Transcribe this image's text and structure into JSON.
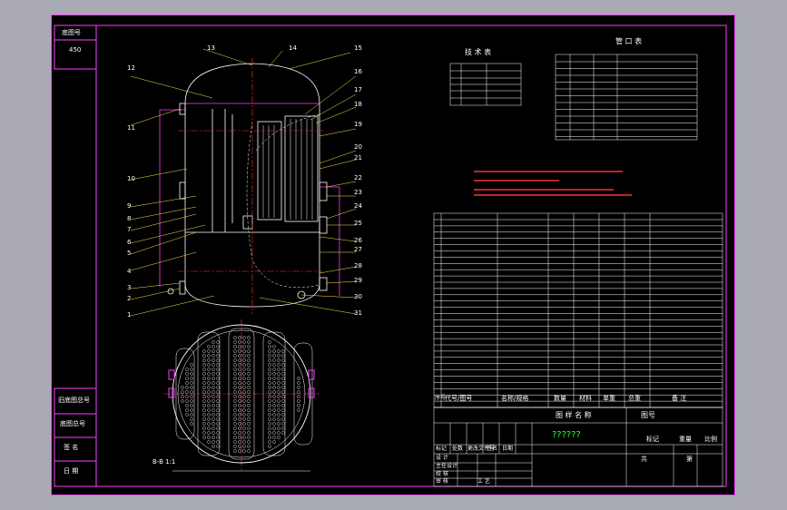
{
  "left_strip": {
    "top_labels": [
      "底图号",
      "450"
    ],
    "bottom_labels": [
      "旧底图总号",
      "底图总号",
      "签  名",
      "日  期"
    ]
  },
  "vessel_callouts": [
    "13",
    "14",
    "15",
    "16",
    "17",
    "18",
    "19",
    "20",
    "21",
    "22",
    "23",
    "24",
    "25",
    "26",
    "27",
    "28",
    "29",
    "30",
    "31",
    "12",
    "11",
    "10",
    "9",
    "8",
    "7",
    "6",
    "5",
    "4",
    "3",
    "2",
    "1"
  ],
  "section_label": "B-B 1:1",
  "table_titles": {
    "design_data": "技 术 表",
    "nozzle": "管 口 表"
  },
  "parts_header": [
    "序号",
    "代号/图号",
    "名称/规格",
    "数量",
    "材料",
    "单重",
    "总重",
    "备  注"
  ],
  "title_block": {
    "drawing_name_label": "图 样 名 称",
    "drawing_name": "??????",
    "drawing_no_label": "图号",
    "mark_label": "标记",
    "weight_label": "重量",
    "scale_label": "比例",
    "sheet_label": "共",
    "of_label": "第",
    "rows": [
      "设  计",
      "主任设计",
      "校  核",
      "审  核",
      "工  艺"
    ],
    "cols": [
      "标记",
      "处数",
      "更改文件号",
      "签名",
      "日期"
    ]
  },
  "colors": {
    "background": "#a9aab4",
    "sheet": "#000000",
    "frame": "#ff3bff",
    "outline": "#ffffff",
    "centerline": "#ff3030",
    "callout": "#ffe34a",
    "text_green": "#2dff2d"
  }
}
